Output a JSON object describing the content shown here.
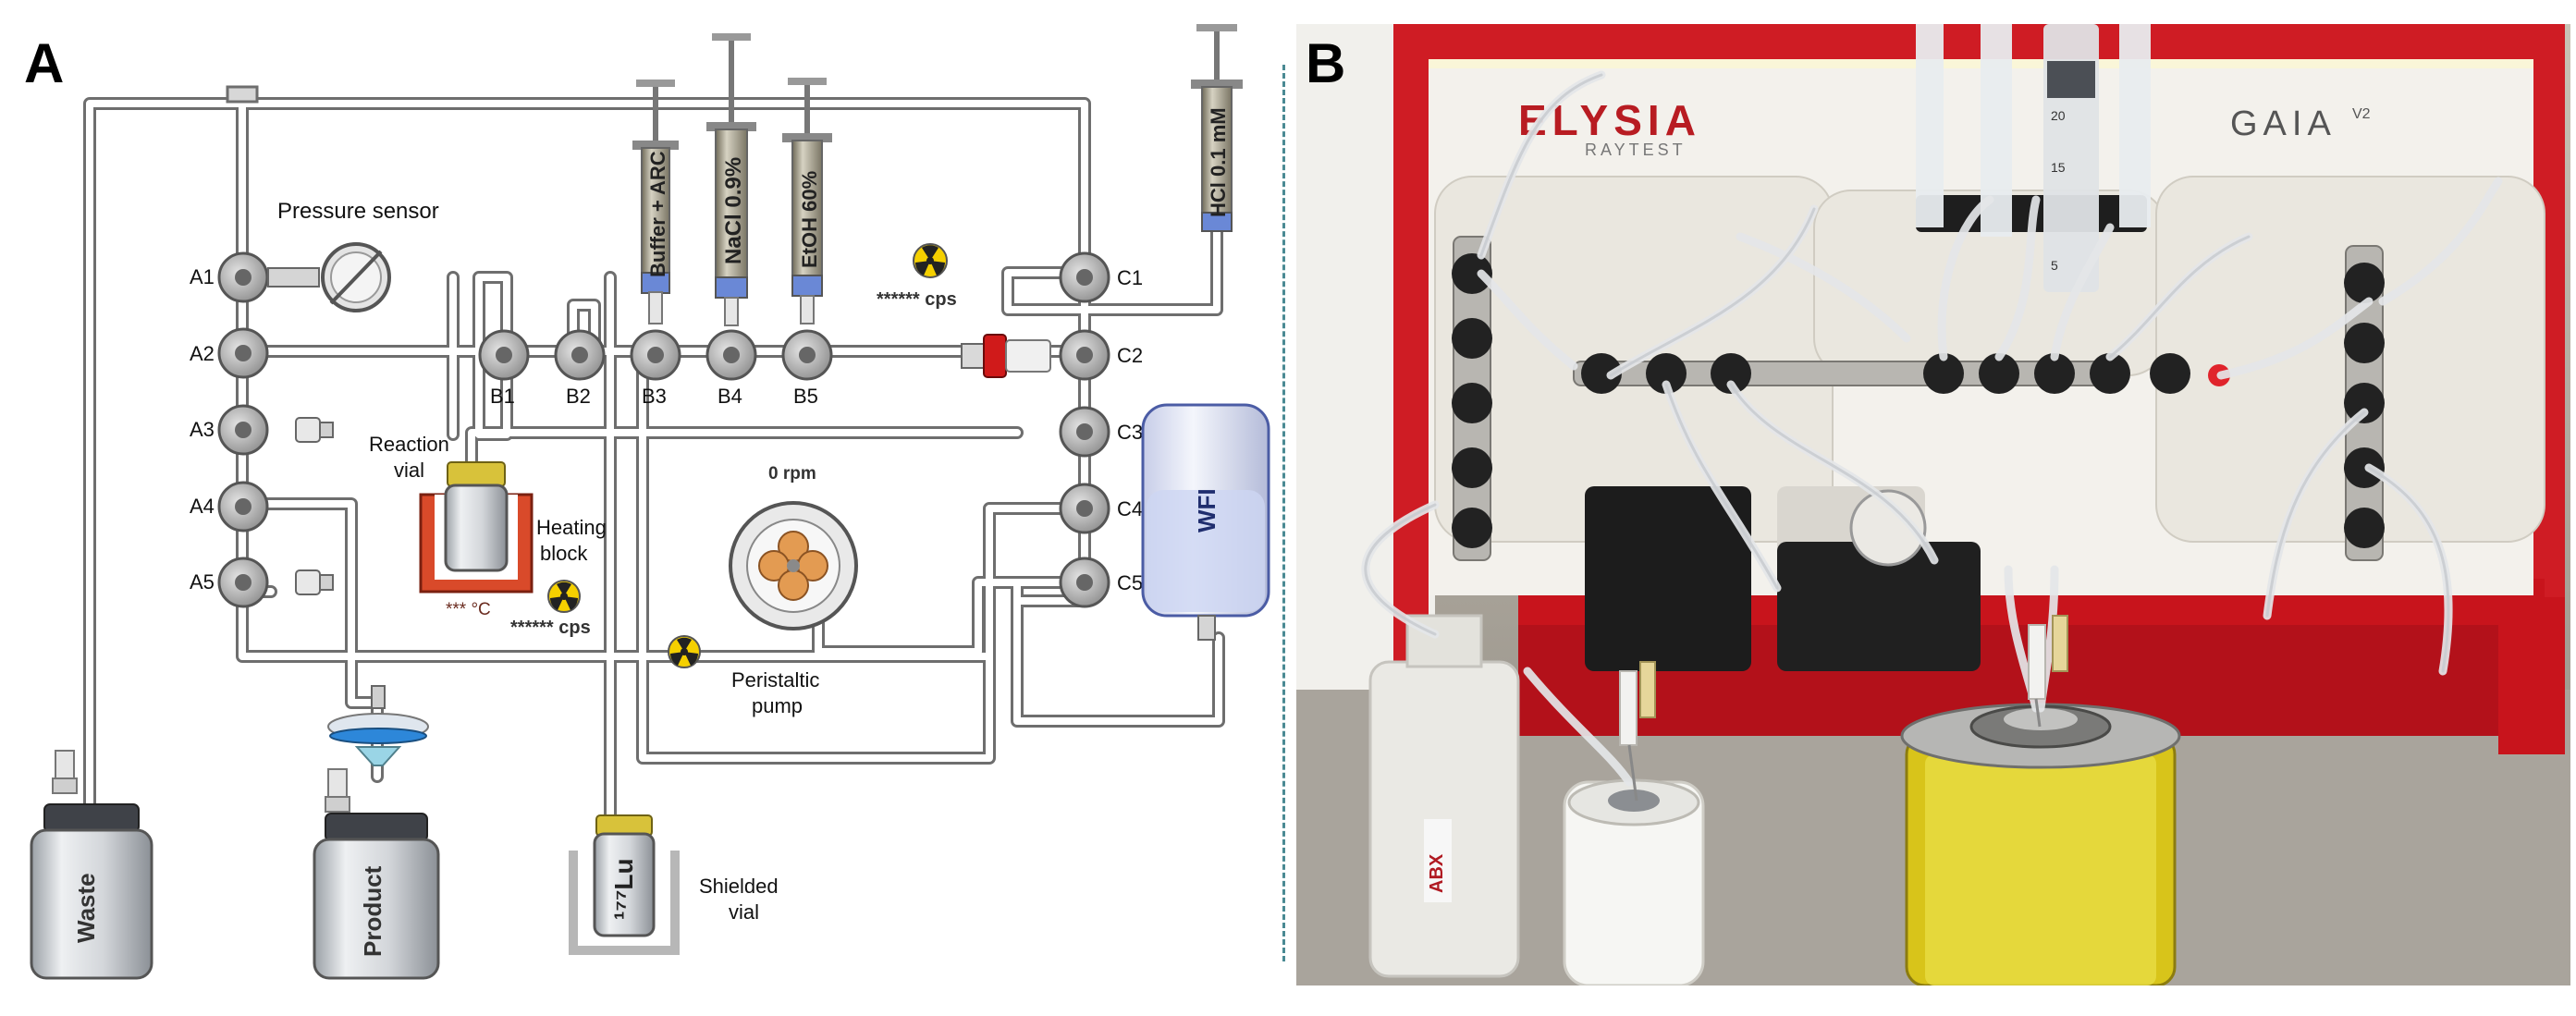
{
  "panels": {
    "a": "A",
    "b": "B"
  },
  "diagram": {
    "manifold_a": [
      "A1",
      "A2",
      "A3",
      "A4",
      "A5"
    ],
    "manifold_b": [
      "B1",
      "B2",
      "B3",
      "B4",
      "B5"
    ],
    "manifold_c": [
      "C1",
      "C2",
      "C3",
      "C4",
      "C5"
    ],
    "syringes": {
      "buffer": "Buffer + ARC",
      "nacl": "NaCl 0.9%",
      "etoh": "EtOH 60%",
      "hcl": "HCl 0.1 mM"
    },
    "labels": {
      "pressure_sensor": "Pressure sensor",
      "reaction_vial_1": "Reaction",
      "reaction_vial_2": "vial",
      "heating_block_1": "Heating",
      "heating_block_2": "block",
      "temperature": "*** °C",
      "reaction_cps": "****** cps",
      "top_cps": "****** cps",
      "pump_speed": "0 rpm",
      "pump_1": "Peristaltic",
      "pump_2": "pump",
      "shielded_1": "Shielded",
      "shielded_2": "vial",
      "isotope": "¹⁷⁷Lu",
      "wfi": "WFI",
      "waste": "Waste",
      "product": "Product"
    }
  },
  "photo": {
    "brand_logo": "ELYSIA",
    "brand_sub": "RAYTEST",
    "model": "GAIA",
    "model_version": "V2",
    "bottle_label": "ABX",
    "scale_20": "20",
    "scale_15": "15",
    "scale_5": "5"
  },
  "colors": {
    "tube": "#6e6e6e",
    "radiation": "#f5d000",
    "frame_red": "#c8141c",
    "heating_red": "#d94a2a",
    "syringe_blue": "#6a88d6",
    "shielding_yellow": "#d8c41a"
  }
}
